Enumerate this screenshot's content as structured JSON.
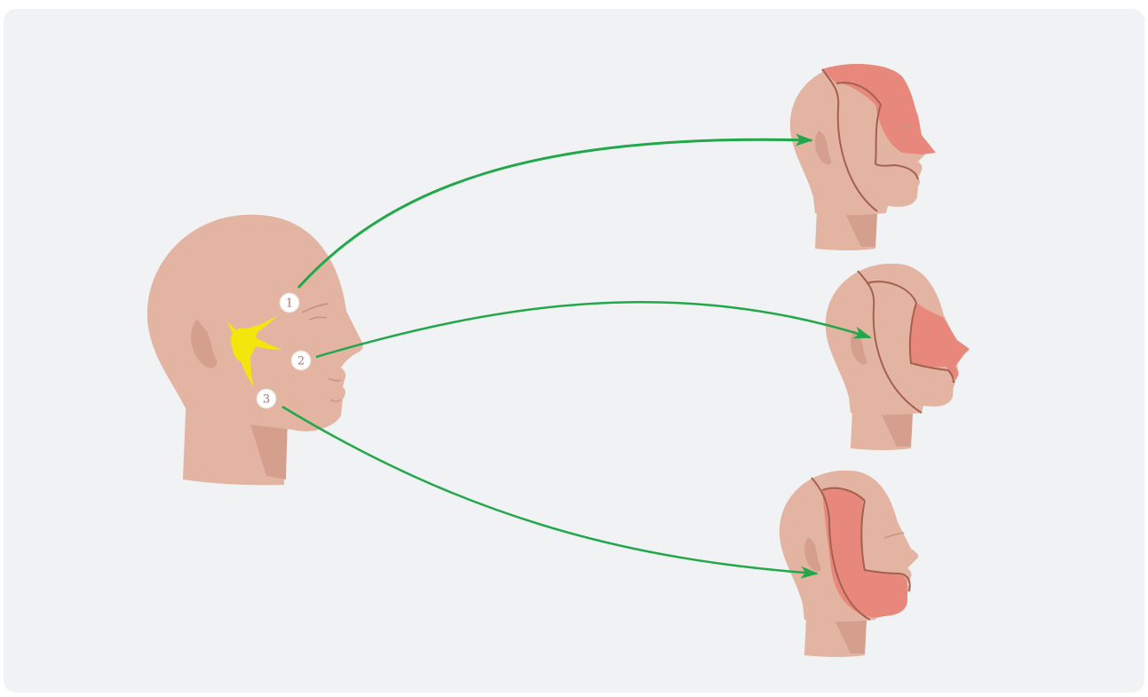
{
  "diagram": {
    "badges": [
      {
        "label": "1"
      },
      {
        "label": "2"
      },
      {
        "label": "3"
      }
    ],
    "colors": {
      "background": "#f1f2f4",
      "skin": "#e3b4a2",
      "skin_shadow": "#d59f8e",
      "contour": "#a4614f",
      "highlight_region": "#e8877b",
      "ganglion": "#f2e60c",
      "arrow": "#22a84a",
      "badge_text": "#b66f66"
    },
    "icons": [
      "head-profile-icon",
      "ganglion-icon",
      "arrow-icon"
    ]
  }
}
